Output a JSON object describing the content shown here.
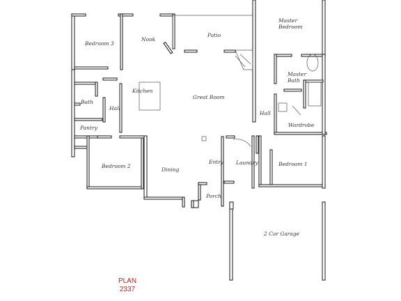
{
  "rooms": {
    "bedroom3": "Bedroom 3",
    "nook": "Nook",
    "patio": "Patio",
    "master_bedroom_line1": "Master",
    "master_bedroom_line2": "Bedroom",
    "master_bath_line1": "Master",
    "master_bath_line2": "Bath",
    "kitchen": "Kitchen",
    "great_room": "Great Room",
    "bath": "Bath",
    "hall_left": "Hall",
    "hall_right": "Hall",
    "wardrobe": "Wardrobe",
    "pantry": "Pantry",
    "bedroom2": "Bedroom 2",
    "dining": "Dining",
    "entry": "Entry",
    "laundry": "Laundry",
    "bedroom1": "Bedroom 1",
    "porch": "Porch",
    "garage": "2 Car Garage"
  },
  "plan": {
    "label": "PLAN",
    "number": "2337",
    "color": "#b22222"
  }
}
